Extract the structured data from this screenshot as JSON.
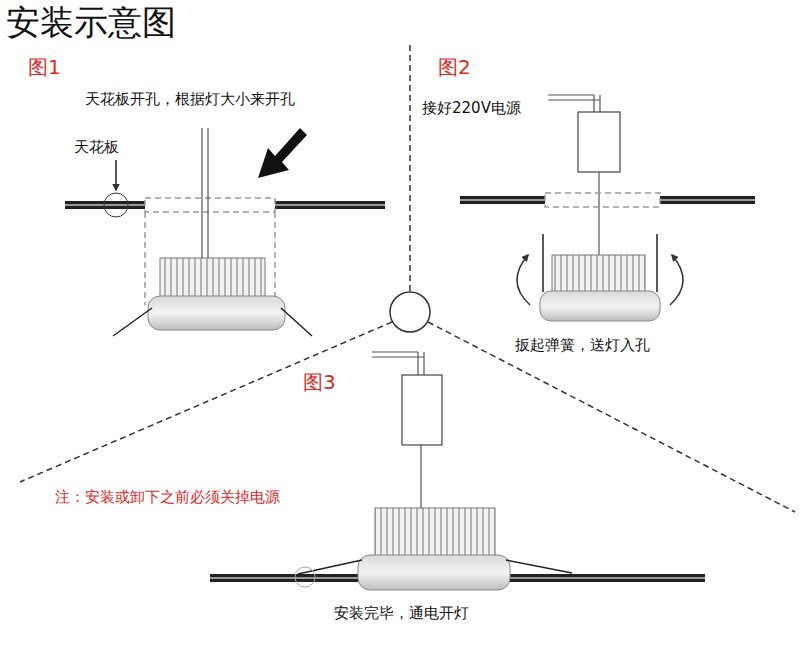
{
  "diagram": {
    "title": "安装示意图",
    "labels": [
      "图1",
      "天花板开孔，根据灯大小来开孔",
      "天花板",
      "图2",
      "接好220V电源",
      "扳起弹簧，送灯入孔",
      "图3",
      "注：安装或卸下之前必须关掉电源",
      "安装完毕，通电开灯"
    ]
  }
}
